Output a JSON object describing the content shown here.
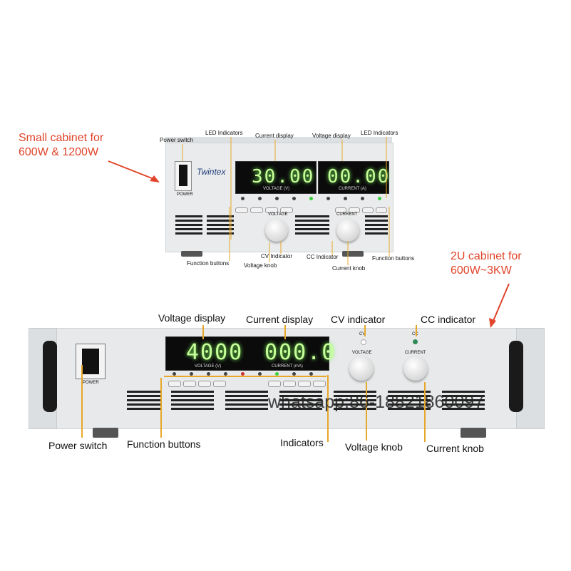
{
  "colors": {
    "annotation_red": "#e0442a",
    "leader_yellow": "#e7a82a",
    "display_green": "#c8ff9a"
  },
  "small_cabinet": {
    "heading": [
      "Small cabinet for",
      "600W & 1200W"
    ],
    "brand": "Twintex",
    "power_label": "POWER",
    "voltage_display": "30.00",
    "current_display": "00.00",
    "voltage_unit": "VOLTAGE (V)",
    "current_unit": "CURRENT (A)",
    "voltage_knob_label": "VOLTAGE",
    "current_knob_label": "CURRENT",
    "callouts": {
      "power_switch": "Power switch",
      "led_indicators_left": "LED Indicators",
      "current_display": "Current display",
      "voltage_display": "Voltage display",
      "led_indicators_right": "LED Indicators",
      "function_buttons_left": "Function buttons",
      "voltage_knob": "Voltage knob",
      "cv_indicator": "CV Indicator",
      "cc_indicator": "CC Indicator",
      "current_knob": "Current knob",
      "function_buttons_right": "Function buttons"
    }
  },
  "big_cabinet": {
    "heading": [
      "2U cabinet for",
      "600W~3KW"
    ],
    "power_label": "POWER",
    "voltage_display": "4000",
    "current_display": "000.0",
    "voltage_unit": "VOLTAGE (V)",
    "current_unit": "CURRENT (mA)",
    "cv_label": "CV",
    "cc_label": "CC",
    "voltage_knob_label": "VOLTAGE",
    "current_knob_label": "CURRENT",
    "callouts": {
      "voltage_display": "Voltage display",
      "current_display": "Current display",
      "cv_indicator": "CV indicator",
      "cc_indicator": "CC indicator",
      "power_switch": "Power switch",
      "function_buttons": "Function buttons",
      "indicators": "Indicators",
      "voltage_knob": "Voltage knob",
      "current_knob": "Current knob"
    }
  },
  "watermark": "whatsapp:86-18821860097"
}
